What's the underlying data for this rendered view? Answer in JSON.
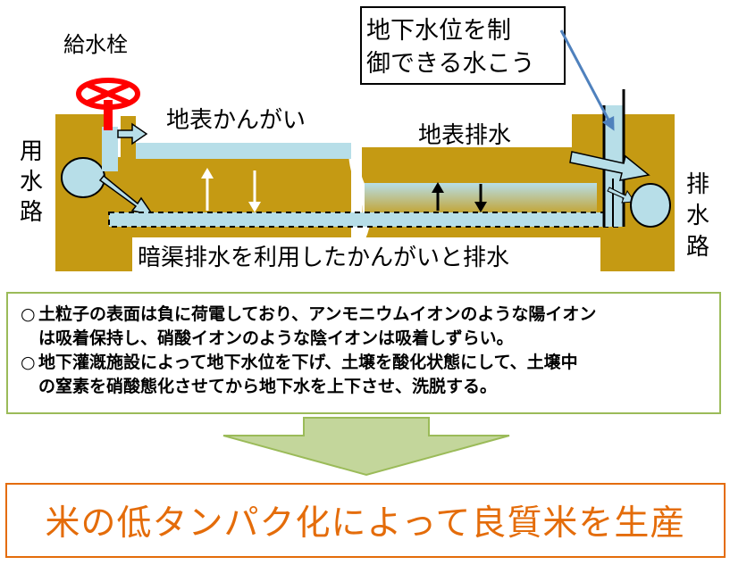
{
  "diagram": {
    "hydrant_label": "給水栓",
    "supply_channel_label": [
      "用",
      "水",
      "路"
    ],
    "drainage_channel_label": [
      "排",
      "水",
      "路"
    ],
    "surface_irrigation_label": "地表かんがい",
    "surface_drainage_label": "地表排水",
    "water_gate_label": [
      "地下水位を制",
      "御できる水こう"
    ],
    "subsurface_caption": "暗渠排水を利用したかんがいと排水",
    "colors": {
      "soil": "#c59a13",
      "water": "#b7dee8",
      "hydrant": "#ff0000",
      "gate_callout_line": "#4f81bd"
    }
  },
  "info": {
    "bullet": "○",
    "items": [
      [
        "土粒子の表面は負に荷電しており、アンモニウムイオンのような陽イオン",
        "は吸着保持し、硝酸イオンのような陰イオンは吸着しずらい。"
      ],
      [
        "地下灌漑施設によって地下水位を下げ、土壌を酸化状態にして、土壌中",
        "の窒素を硝酸態化させてから地下水を上下させ、洗脱する。"
      ]
    ],
    "border_color": "#9bbb59"
  },
  "result": {
    "text": "米の低タンパク化によって良質米を生産",
    "color": "#e46c0a",
    "arrow_color": "#c3d69b"
  }
}
